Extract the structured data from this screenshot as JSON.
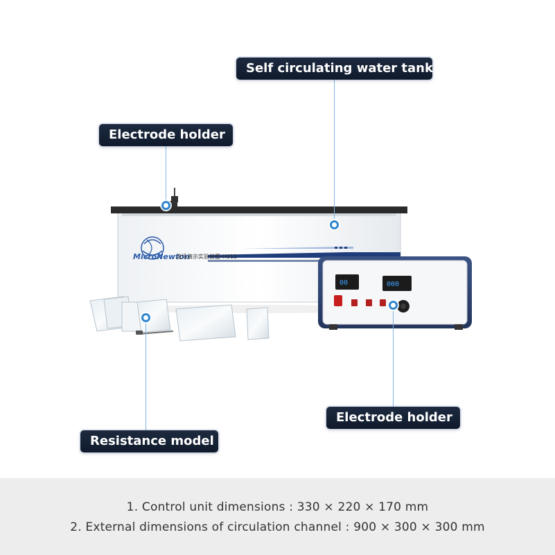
{
  "labels": {
    "tank": "Self circulating water tank",
    "electrode_holder_top": "Electrode holder",
    "electrode_holder_bottom": "Electrode holder",
    "resistance_model": "Resistance model"
  },
  "device": {
    "brand": "MicroNewton",
    "model_text": "流场演示实验装置-H012"
  },
  "specs": [
    "1. Control unit dimensions : 330 × 220 × 170 mm",
    "2. External dimensions of circulation channel : 900 × 300 × 300 mm"
  ],
  "colors": {
    "label_bg": "#162236",
    "accent_blue": "#2f86cf",
    "controller_body": "#2b3f6b",
    "footer_bg": "#ededed"
  }
}
